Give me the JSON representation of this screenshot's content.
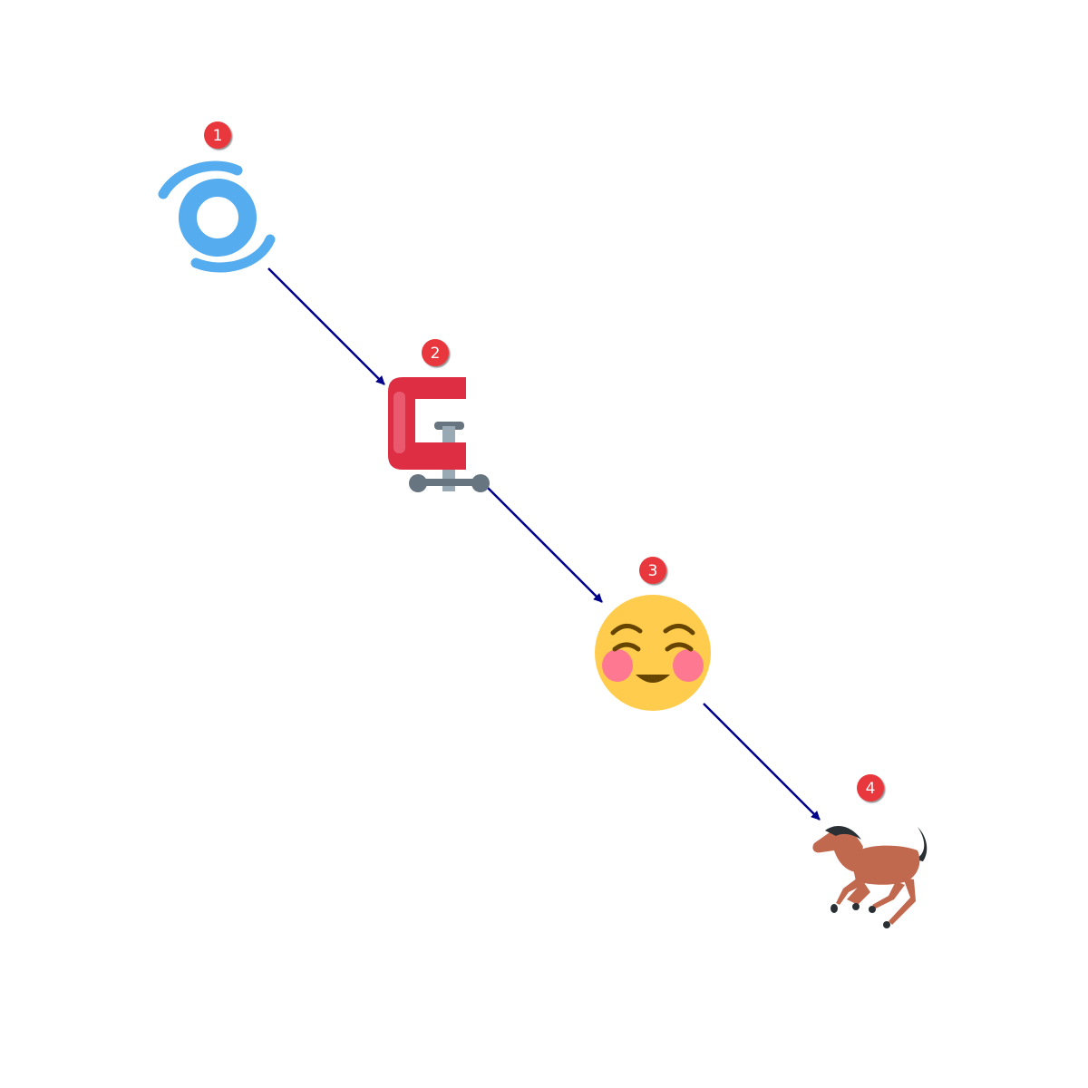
{
  "steps": [
    {
      "number": "1",
      "icon": "cyclone-icon"
    },
    {
      "number": "2",
      "icon": "clamp-icon"
    },
    {
      "number": "3",
      "icon": "smiling-face-icon"
    },
    {
      "number": "4",
      "icon": "horse-icon"
    }
  ],
  "colors": {
    "arrow": "#00008b",
    "badge": "#e8383d",
    "cyclone": "#55acee",
    "clamp": "#dd2e44",
    "face": "#ffcc4d",
    "horse": "#c1694f"
  }
}
